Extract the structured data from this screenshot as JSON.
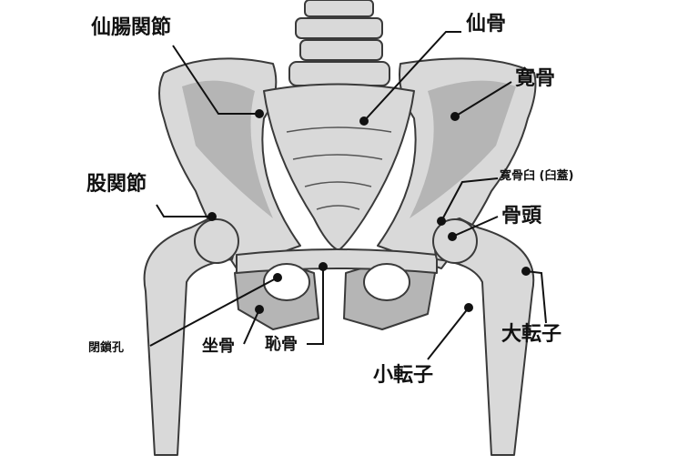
{
  "labels": {
    "sacroiliac_joint": "仙腸関節",
    "sacrum": "仙骨",
    "hip_bone": "寛骨",
    "acetabulum": "寛骨臼 (臼蓋)",
    "hip_joint": "股関節",
    "femoral_head": "骨頭",
    "greater_trochanter": "大転子",
    "lesser_trochanter": "小転子",
    "obturator_foramen": "閉鎖孔",
    "ischium": "坐骨",
    "pubis": "恥骨"
  },
  "colors": {
    "bone": "#d9d9d9",
    "bone_dark": "#b5b5b5",
    "outline": "#3a3a3a",
    "leader": "#111111"
  }
}
